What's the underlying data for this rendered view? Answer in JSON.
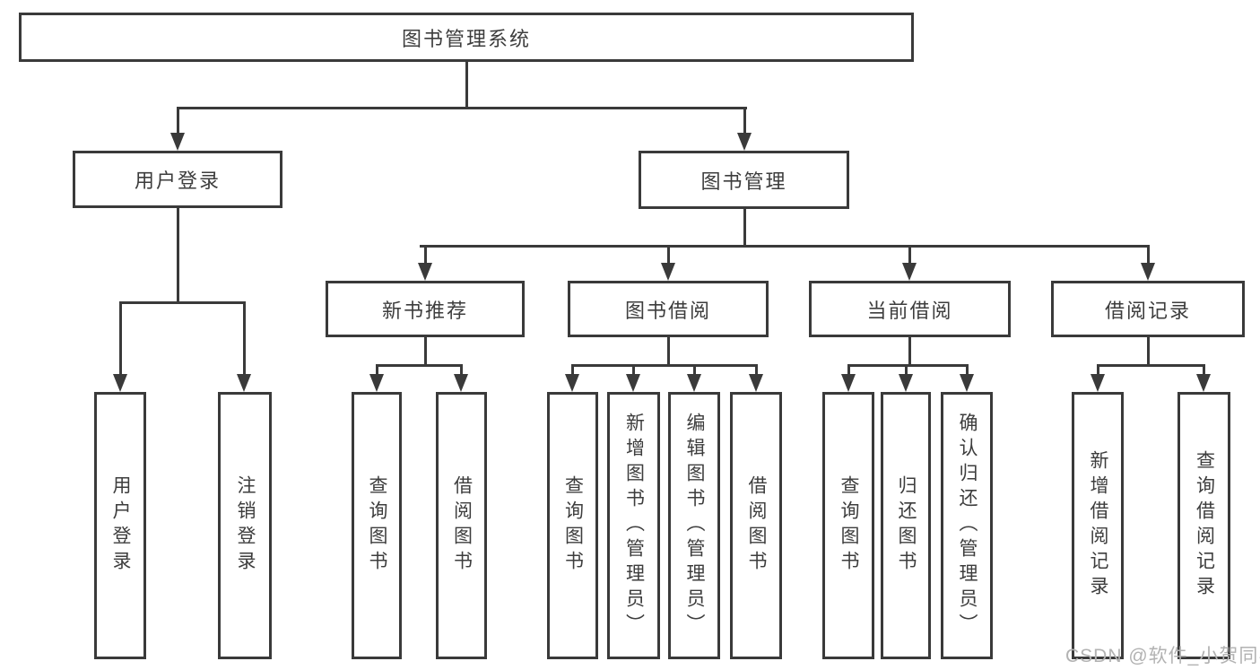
{
  "colors": {
    "line": "#3a3a3a",
    "text": "#3d3d3d",
    "watermark": "#b2b2b2",
    "background": "#ffffff"
  },
  "watermark": {
    "text": "CSDN @软件_小贺同学"
  },
  "tree": {
    "root": {
      "label": "图书管理系统"
    },
    "level2": [
      {
        "label": "用户登录"
      },
      {
        "label": "图书管理"
      }
    ],
    "level3": [
      {
        "label": "新书推荐"
      },
      {
        "label": "图书借阅"
      },
      {
        "label": "当前借阅"
      },
      {
        "label": "借阅记录"
      }
    ],
    "leaves": {
      "user": [
        {
          "label": "用户登录"
        },
        {
          "label": "注销登录"
        }
      ],
      "newbook": [
        {
          "label": "查询图书"
        },
        {
          "label": "借阅图书"
        }
      ],
      "borrow": [
        {
          "label": "查询图书"
        },
        {
          "label": "新增图书（管理员）"
        },
        {
          "label": "编辑图书（管理员）"
        },
        {
          "label": "借阅图书"
        }
      ],
      "current": [
        {
          "label": "查询图书"
        },
        {
          "label": "归还图书"
        },
        {
          "label": "确认归还（管理员）"
        }
      ],
      "record": [
        {
          "label": "新增借阅记录"
        },
        {
          "label": "查询借阅记录"
        }
      ]
    }
  }
}
